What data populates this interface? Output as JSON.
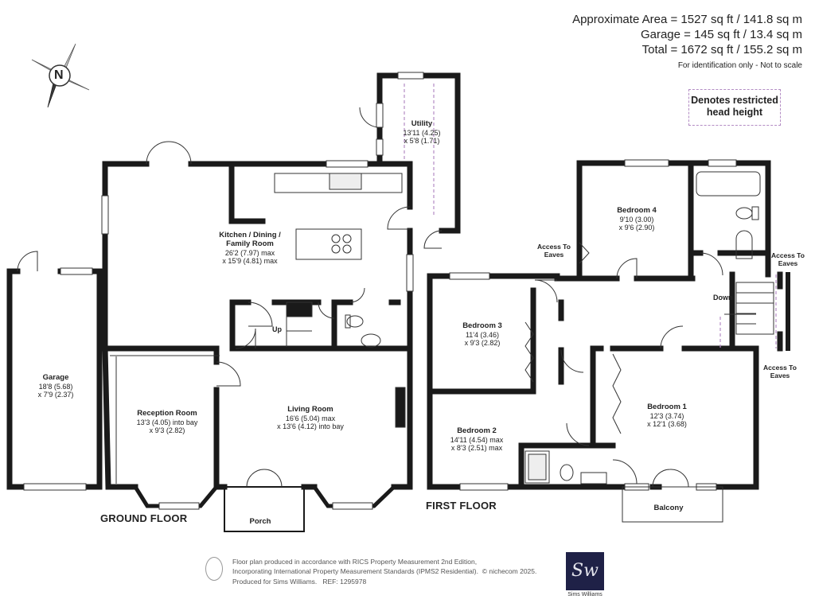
{
  "summary": {
    "approx_area": "Approximate Area = 1527 sq ft / 141.8 sq m",
    "garage": "Garage = 145 sq ft / 13.4 sq m",
    "total": "Total = 1672 sq ft / 155.2 sq m",
    "note": "For identification only - Not to scale"
  },
  "legend": {
    "text_line1": "Denotes restricted",
    "text_line2": "head height"
  },
  "compass": {
    "letter": "N"
  },
  "floors": {
    "ground": "GROUND FLOOR",
    "first": "FIRST FLOOR"
  },
  "rooms": {
    "utility": {
      "name": "Utility",
      "dim1": "13'11 (4.25)",
      "dim2": "x 5'8 (1.71)"
    },
    "kitchen": {
      "name1": "Kitchen / Dining /",
      "name2": "Family Room",
      "dim1": "26'2 (7.97) max",
      "dim2": "x 15'9 (4.81) max"
    },
    "garage": {
      "name": "Garage",
      "dim1": "18'8 (5.68)",
      "dim2": "x 7'9 (2.37)"
    },
    "reception": {
      "name": "Reception Room",
      "dim1": "13'3 (4.05) into bay",
      "dim2": "x 9'3 (2.82)"
    },
    "living": {
      "name": "Living Room",
      "dim1": "16'6 (5.04) max",
      "dim2": "x 13'6 (4.12) into bay"
    },
    "porch": {
      "name": "Porch"
    },
    "bedroom1": {
      "name": "Bedroom 1",
      "dim1": "12'3 (3.74)",
      "dim2": "x 12'1 (3.68)"
    },
    "bedroom2": {
      "name": "Bedroom 2",
      "dim1": "14'11 (4.54) max",
      "dim2": "x 8'3 (2.51) max"
    },
    "bedroom3": {
      "name": "Bedroom 3",
      "dim1": "11'4 (3.46)",
      "dim2": "x 9'3 (2.82)"
    },
    "bedroom4": {
      "name": "Bedroom 4",
      "dim1": "9'10 (3.00)",
      "dim2": "x 9'6 (2.90)"
    },
    "balcony": {
      "name": "Balcony"
    }
  },
  "labels": {
    "up": "Up",
    "down": "Down",
    "eaves1_a": "Access To",
    "eaves1_b": "Eaves",
    "eaves2_a": "Access To",
    "eaves2_b": "Eaves",
    "eaves3_a": "Access To",
    "eaves3_b": "Eaves"
  },
  "footer": {
    "line1": "Floor plan produced in accordance with RICS Property Measurement 2nd Edition,",
    "line2": "Incorporating International Property Measurement Standards (IPMS2 Residential).",
    "copyright": "© nichecom 2025.",
    "line3": "Produced for Sims Williams.",
    "ref": "REF: 1295978"
  },
  "logo": {
    "mark": "Sw",
    "caption": "Sims Williams"
  }
}
